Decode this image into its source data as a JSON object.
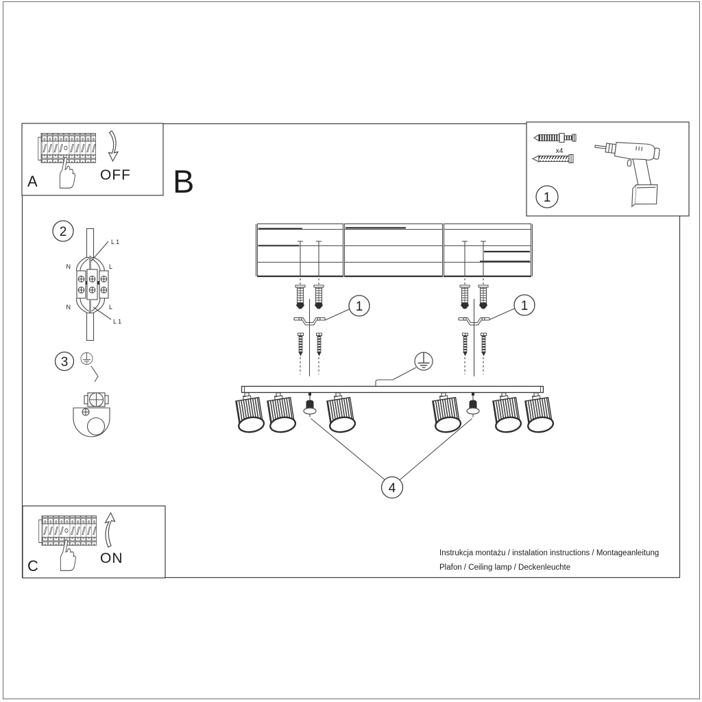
{
  "sheet": {
    "footer": {
      "line1": "Instrukcja montażu / instalation instructions / Montageanleitung",
      "line2": "Plafon / Ceiling lamp / Deckenleuchte"
    },
    "colors": {
      "ink": "#1c1c1c",
      "line": "#4a4a4a",
      "paper": "#ffffff"
    }
  },
  "section_main": {
    "label": "B"
  },
  "panel_power_off": {
    "label": "A",
    "state_text": "OFF"
  },
  "panel_power_on": {
    "label": "C",
    "state_text": "ON"
  },
  "panel_tools": {
    "callout": "1",
    "dowel_quantity": "x4"
  },
  "step_wiring": {
    "callout": "2",
    "labels": {
      "wire_top": "L 1",
      "wire_bottom": "L 1",
      "neutral_top": "N",
      "live_top": "L",
      "neutral_bottom": "N",
      "live_bottom": "L"
    }
  },
  "step_ground": {
    "callout": "3"
  },
  "assembly": {
    "callout_mount_left": "1",
    "callout_mount_right": "1",
    "callout_covers": "4"
  },
  "icons": {
    "breaker": "circuit-breaker-strip",
    "hand": "pointing-hand",
    "drill": "cordless-drill",
    "dowel": "wall-plug",
    "screw": "mounting-screw",
    "ground": "earth-ground-symbol",
    "spotlight": "cylinder-spotlight",
    "cover_cap": "screw-cover-cap"
  }
}
